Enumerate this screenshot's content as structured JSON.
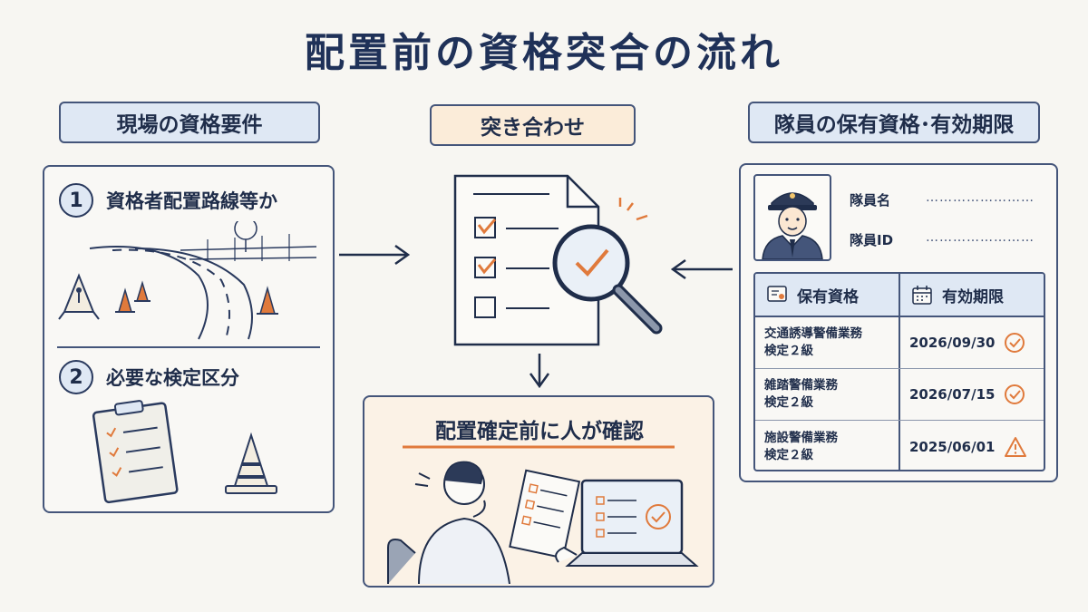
{
  "title": "配置前の資格突合の流れ",
  "headers": {
    "left": "現場の資格要件",
    "center": "突き合わせ",
    "right": "隊員の保有資格･有効期限"
  },
  "requirements": [
    {
      "number": "1",
      "text": "資格者配置路線等か"
    },
    {
      "number": "2",
      "text": "必要な検定区分"
    }
  ],
  "guard_card": {
    "name_label": "隊員名",
    "id_label": "隊員ID",
    "dots": "……………………"
  },
  "qualifications": {
    "col_qual": "保有資格",
    "col_expiry": "有効期限",
    "rows": [
      {
        "line1": "交通誘導警備業務",
        "line2": "検定２級",
        "expiry": "2026/09/30",
        "status": "valid"
      },
      {
        "line1": "雑踏警備業務",
        "line2": "検定２級",
        "expiry": "2026/07/15",
        "status": "valid"
      },
      {
        "line1": "施設警備業務",
        "line2": "検定２級",
        "expiry": "2025/06/01",
        "status": "warning"
      }
    ]
  },
  "confirm": {
    "title": "配置確定前に人が確認"
  },
  "colors": {
    "navy": "#1f3158",
    "accent_orange": "#e07a3c",
    "pill_blue": "#dfe8f4",
    "pill_peach": "#fbecd9"
  }
}
